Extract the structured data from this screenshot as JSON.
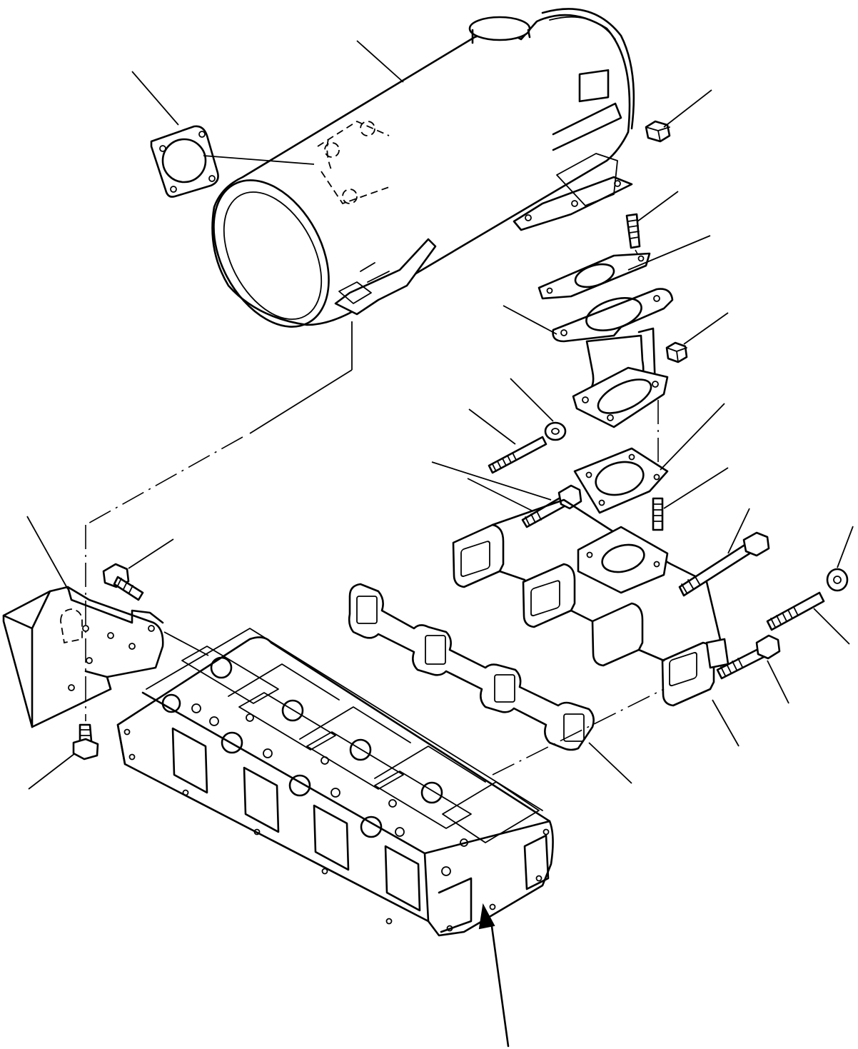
{
  "diagram": {
    "type": "exploded-parts-view",
    "callout_labels": [],
    "parts": [
      "muffler",
      "muffler-gasket",
      "muffler-nut",
      "muffler-stud",
      "exhaust-elbow-gasket",
      "exhaust-elbow",
      "elbow-nut",
      "elbow-washer",
      "long-stud",
      "manifold-bolt",
      "manifold-gasket",
      "manifold-stud",
      "exhaust-manifold",
      "manifold-long-bolt",
      "manifold-washer",
      "manifold-stud-lower",
      "manifold-bolt-lower",
      "manifold-port-gasket",
      "muffler-bracket",
      "bracket-bolt",
      "bracket-lower-bolt",
      "cylinder-head",
      "front-direction-arrow"
    ]
  }
}
